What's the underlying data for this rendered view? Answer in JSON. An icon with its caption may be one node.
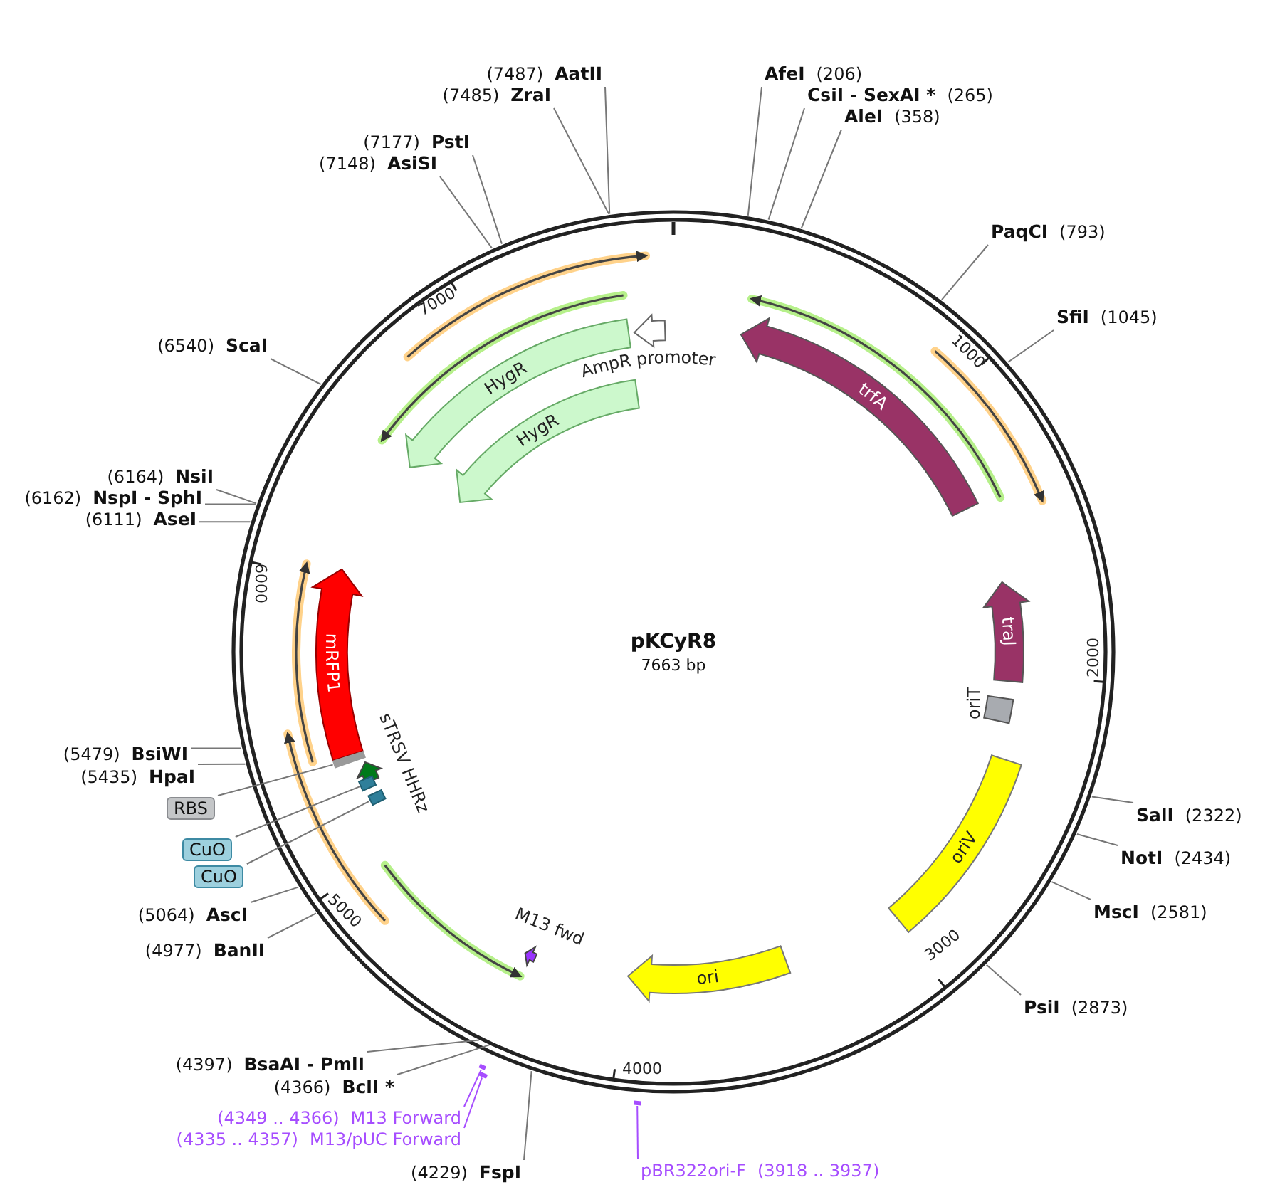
{
  "diagram": {
    "title": "pKCyR8",
    "nodes": [
      {
        "text": [
          "(7487)",
          "AatII"
        ]
      },
      {
        "text": [
          "(7485)",
          "ZraI"
        ]
      },
      {
        "text": [
          "AfeI",
          "(206)"
        ]
      },
      {
        "text": [
          "CsiI - SexAI *",
          "(265)"
        ]
      },
      {
        "text": [
          "AleI",
          "(358)"
        ]
      },
      {
        "text": [
          "(7177)",
          "PstI"
        ]
      },
      {
        "text": [
          "(7148)",
          "AsiSI"
        ]
      },
      {
        "text": [
          "PaqCI",
          "(793)"
        ]
      },
      {
        "text": [
          "SfiI",
          "(1045)"
        ]
      },
      {
        "text": [
          "(6540)",
          "ScaI"
        ]
      },
      {
        "text": [
          "(6164)",
          "NsiI"
        ]
      },
      {
        "text": [
          "(6162)",
          "NspI - SphI"
        ]
      },
      {
        "text": [
          "(6111)",
          "AseI"
        ]
      },
      {
        "text": [
          "SalI",
          "(2322)"
        ]
      },
      {
        "text": [
          "NotI",
          "(2434)"
        ]
      },
      {
        "text": [
          "MscI",
          "(2581)"
        ]
      },
      {
        "text": [
          "(5479)",
          "BsiWI"
        ]
      },
      {
        "text": [
          "(5435)",
          "HpaI"
        ]
      },
      {
        "text": [
          "RBS"
        ]
      },
      {
        "text": [
          "CuO"
        ]
      },
      {
        "text": [
          "CuO"
        ]
      },
      {
        "text": [
          "(5064)",
          "AscI"
        ]
      },
      {
        "text": [
          "(4977)",
          "BanII"
        ]
      },
      {
        "text": [
          "PsiI",
          "(2873)"
        ]
      },
      {
        "text": [
          "(4397)",
          "BsaAI - PmlI"
        ]
      },
      {
        "text": [
          "(4366)",
          "BclI *"
        ]
      },
      {
        "text": [
          "(4349 .. 4366)",
          "M13 Forward"
        ]
      },
      {
        "text": [
          "(4335 .. 4357)",
          "M13/pUC Forward"
        ]
      },
      {
        "text": [
          "(4229)",
          "FspI"
        ]
      },
      {
        "text": [
          "pBR322ori-F",
          "(3918 .. 3937)"
        ]
      },
      {
        "text": [
          "HygR"
        ]
      },
      {
        "text": [
          "AmpR promoter"
        ]
      },
      {
        "text": [
          "HygR"
        ]
      },
      {
        "text": [
          "trfA"
        ]
      },
      {
        "text": [
          "mRFP1"
        ]
      },
      {
        "text": [
          "sTRSV HHRz"
        ]
      },
      {
        "text": [
          "traJ"
        ]
      },
      {
        "text": [
          "oriT"
        ]
      },
      {
        "text": [
          "oriV"
        ]
      },
      {
        "text": [
          "M13 fwd"
        ]
      },
      {
        "text": [
          "ori"
        ]
      },
      {
        "text": [],
        "shape": "box"
      },
      {
        "text": [],
        "shape": "box"
      },
      {
        "text": [],
        "shape": "bar"
      },
      {
        "text": [],
        "shape": "bar"
      },
      {
        "text": [],
        "shape": "bar"
      },
      {
        "text": [],
        "shape": "bar"
      }
    ],
    "edges": [
      {
        "from": 0,
        "to": null,
        "arrow": "none"
      },
      {
        "from": 1,
        "to": null,
        "arrow": "none"
      },
      {
        "from": 2,
        "to": null,
        "arrow": "none"
      },
      {
        "from": 3,
        "to": null,
        "arrow": "none"
      },
      {
        "from": 4,
        "to": null,
        "arrow": "none"
      },
      {
        "from": 5,
        "to": null,
        "arrow": "none"
      },
      {
        "from": 6,
        "to": null,
        "arrow": "none"
      },
      {
        "from": 7,
        "to": null,
        "arrow": "none"
      },
      {
        "from": 8,
        "to": null,
        "arrow": "none"
      },
      {
        "from": 9,
        "to": null,
        "arrow": "none"
      },
      {
        "from": 10,
        "to": null,
        "arrow": "none"
      },
      {
        "from": 11,
        "to": null,
        "arrow": "none"
      },
      {
        "from": 12,
        "to": null,
        "arrow": "none"
      },
      {
        "from": 13,
        "to": null,
        "arrow": "none"
      },
      {
        "from": 14,
        "to": null,
        "arrow": "none"
      },
      {
        "from": 15,
        "to": null,
        "arrow": "none"
      },
      {
        "from": 16,
        "to": null,
        "arrow": "none"
      },
      {
        "from": 17,
        "to": null,
        "arrow": "none"
      },
      {
        "from": 18,
        "to": 43,
        "arrow": "none"
      },
      {
        "from": 19,
        "to": 41,
        "arrow": "none"
      },
      {
        "from": 20,
        "to": 42,
        "arrow": "none"
      },
      {
        "from": 21,
        "to": null,
        "arrow": "none"
      },
      {
        "from": 22,
        "to": null,
        "arrow": "none"
      },
      {
        "from": 23,
        "to": null,
        "arrow": "none"
      },
      {
        "from": 24,
        "to": null,
        "arrow": "none"
      },
      {
        "from": 25,
        "to": null,
        "arrow": "none"
      },
      {
        "from": 26,
        "to": 44,
        "arrow": "none",
        "color": "#a64dff"
      },
      {
        "from": 27,
        "to": 45,
        "arrow": "none",
        "color": "#a64dff"
      },
      {
        "from": 28,
        "to": null,
        "arrow": "none"
      },
      {
        "from": 29,
        "to": 46,
        "arrow": "none",
        "color": "#a64dff"
      }
    ],
    "labels": [
      "7663 bp",
      "1000",
      "2000",
      "3000",
      "4000",
      "5000",
      "6000",
      "7000"
    ]
  }
}
